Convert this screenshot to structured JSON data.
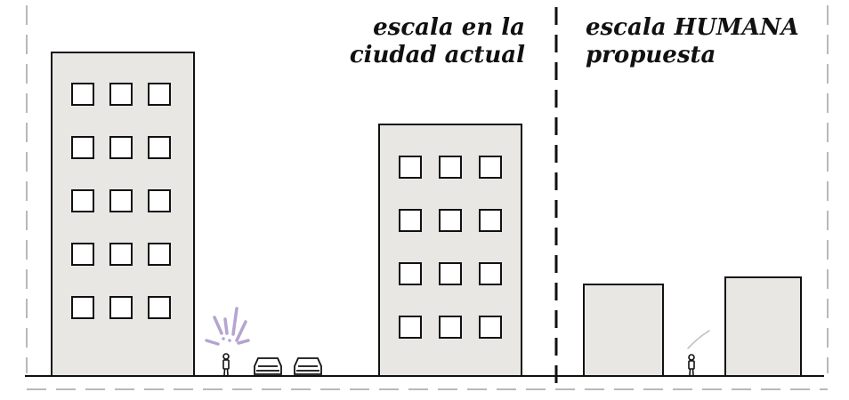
{
  "captions": {
    "current_scale": {
      "line1": "escala en la",
      "line2": "ciudad actual"
    },
    "human_scale": {
      "line1": "escala HUMANA",
      "line2": "propuesta"
    }
  },
  "colors": {
    "building_fill": "#e8e7e4",
    "stroke": "#111111",
    "noise_accent": "#b6a4cf",
    "frame_dash": "#b9b9b9",
    "text": "#111111"
  },
  "icons": {
    "pedestrian": "person-icon",
    "car": "car-icon",
    "noise": "noise-lines-icon"
  }
}
